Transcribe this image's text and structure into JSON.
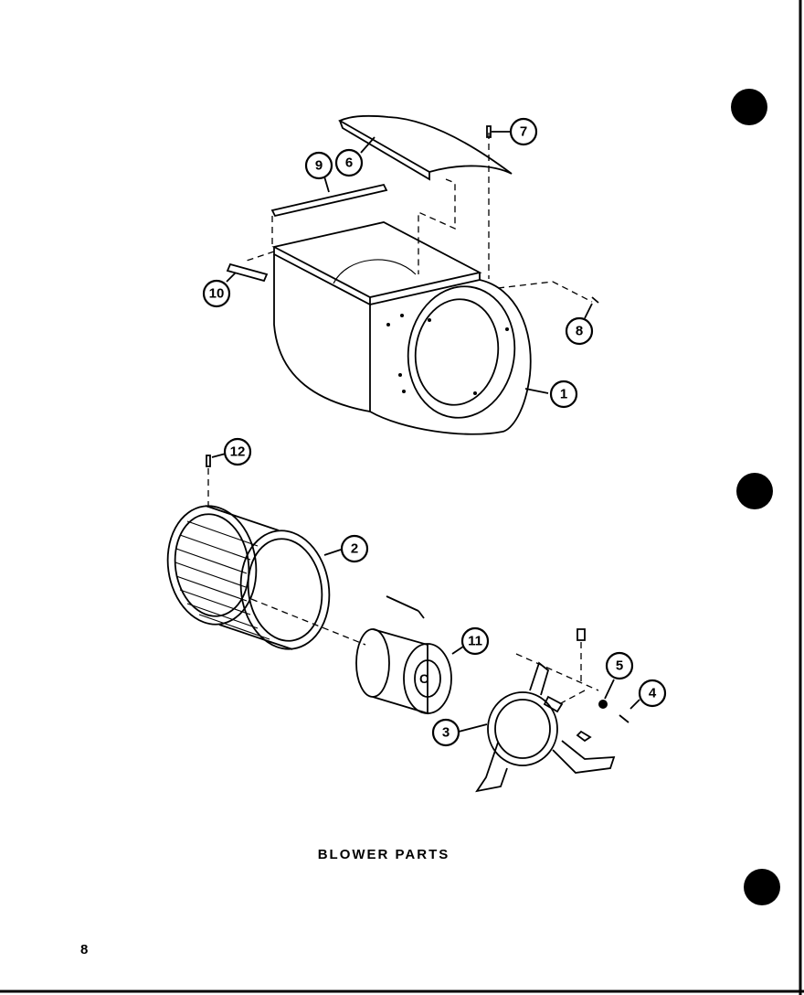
{
  "caption": "BLOWER PARTS",
  "page_number": "8",
  "callouts": {
    "c1": "1",
    "c2": "2",
    "c3": "3",
    "c4": "4",
    "c5": "5",
    "c6": "6",
    "c7": "7",
    "c8": "8",
    "c9": "9",
    "c10": "10",
    "c11": "11",
    "c12": "12"
  },
  "motor_mark": "C",
  "colors": {
    "ink": "#000000",
    "paper": "#ffffff"
  }
}
